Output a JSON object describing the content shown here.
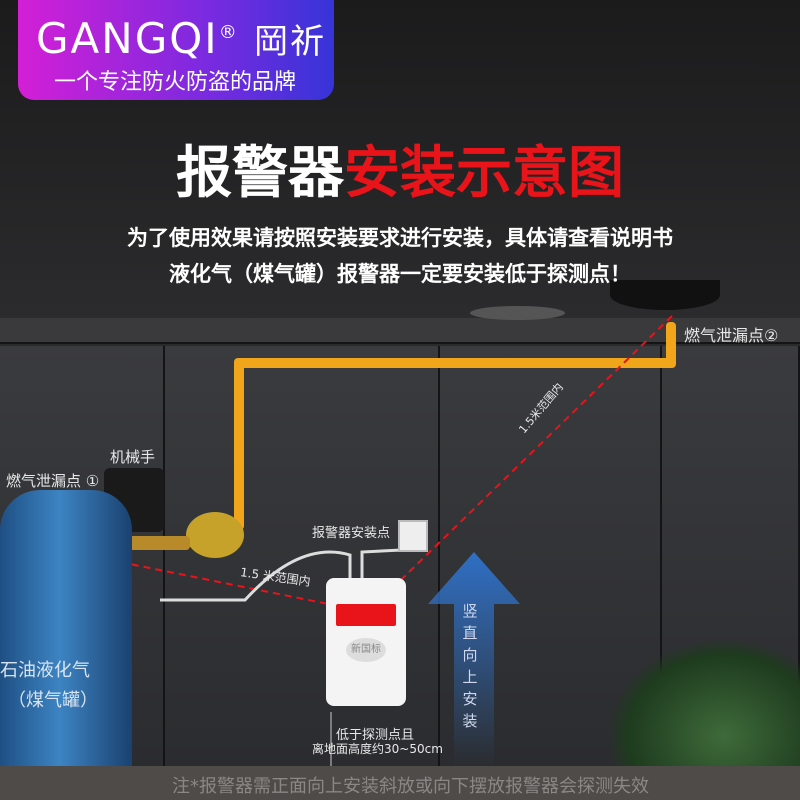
{
  "brand": {
    "name": "GANGQI",
    "registered": "®",
    "cn_name": "岡祈",
    "slogan": "一个专注防火防盗的品牌"
  },
  "title": {
    "black": "报警器",
    "red": "安装示意图"
  },
  "subtitle": [
    "为了使用效果请按照安装要求进行安装，具体请查看说明书",
    "液化气（煤气罐）报警器一定要安装低于探测点！"
  ],
  "labels": {
    "leak_point_2": "燃气泄漏点②",
    "leak_point_1": "燃气泄漏点 ①",
    "manipulator": "机械手",
    "install_point": "报警器安装点",
    "range_1": "1.5 米范围内",
    "range_2": "1.5米范围内",
    "tank_line1": "石油液化气",
    "tank_line2": "（煤气罐）",
    "height_line1": "低于探测点且",
    "height_line2": "离地面高度约30~50cm",
    "vertical": "竖直向上安装",
    "detector_badge": "新国标"
  },
  "note": "注*报警器需正面向上安装斜放或向下摆放报警器会探测失效",
  "colors": {
    "accent_red": "#e8141a",
    "pipe": "#f1a51b",
    "arrow": "#2f6fc4"
  }
}
